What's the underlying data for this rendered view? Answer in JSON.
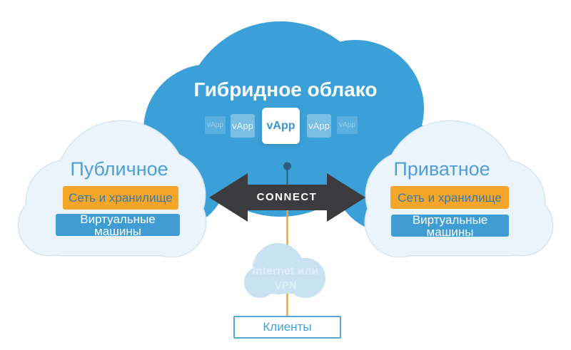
{
  "diagram": {
    "main_cloud": {
      "title": "Гибридное облако",
      "vapps": [
        "vApp",
        "vApp",
        "vApp",
        "vApp",
        "vApp"
      ]
    },
    "public_cloud": {
      "title": "Публичное",
      "network_storage_label": "Сеть и хранилище",
      "virtual_machines_label": "Виртуальные машины"
    },
    "private_cloud": {
      "title": "Приватное",
      "network_storage_label": "Сеть и хранилище",
      "virtual_machines_label": "Виртуальные машины"
    },
    "connector": {
      "label": "CONNECT"
    },
    "internet_cloud": {
      "line1": "Internet или",
      "line2": "VPN"
    },
    "clients_box": {
      "label": "Клиенты"
    }
  },
  "colors": {
    "main_cloud": "#3BA0D8",
    "light_cloud": "#EBF4FA",
    "light_cloud_stroke": "#D6E5F0",
    "small_cloud": "#C9E2F1",
    "small_cloud_text": "#DEEEF7",
    "orange": "#F5A629",
    "box_blue": "#3F9DD4",
    "title_blue": "#4C9FD8",
    "orange_box_text": "#3B79A8",
    "vapp_text": "#3A96CF",
    "arrow": "#3C3C3E",
    "stem": "#2E5F82",
    "line_orange": "#F5A629",
    "clients_border": "#56A5D8",
    "clients_text": "#4A9FD6"
  }
}
